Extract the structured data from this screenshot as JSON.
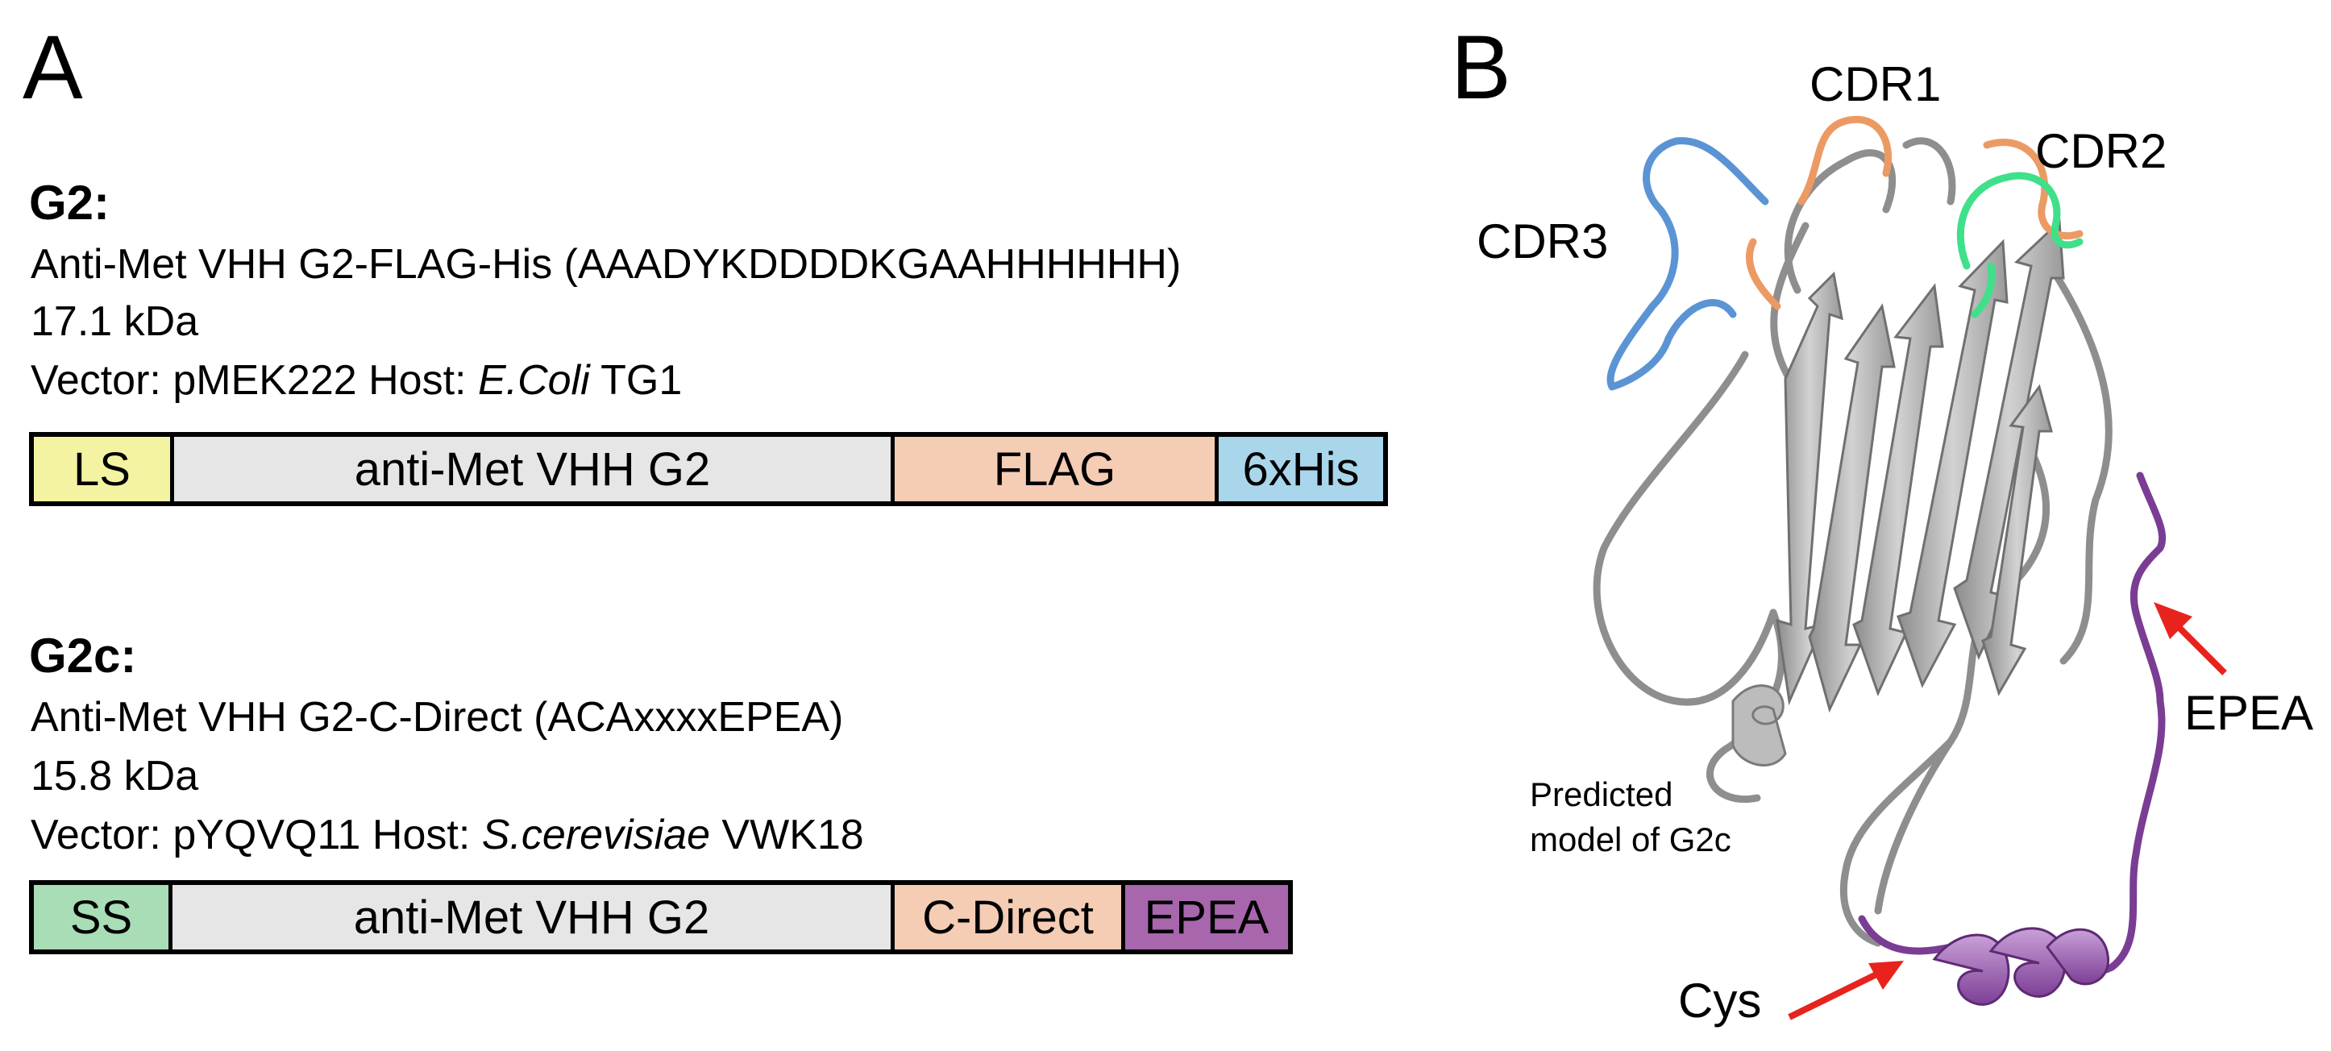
{
  "colors": {
    "LS": "#f3f3a2",
    "core": "#e6e6e6",
    "FLAG": "#f5ccb4",
    "His": "#a9d6ea",
    "SS": "#a8ddb5",
    "C_Direct": "#f5ccb4",
    "EPEA": "#a866ad",
    "CDR1": "#ec9a64",
    "CDR2": "#3fe08a",
    "CDR3": "#5b94d4",
    "arrow": "#e8231e",
    "strand": "#b4b4b4"
  },
  "panel_a": {
    "label": "A",
    "g2": {
      "name": "G2:",
      "line1": "Anti-Met VHH G2-FLAG-His (AAADYKDDDDKGAAHHHHHH)",
      "line2": "17.1 kDa",
      "vector_label": "Vector: pMEK222  Host: ",
      "host_italic": "E.Coli",
      "host_strain": " TG1",
      "segments": [
        "LS",
        "anti-Met VHH G2",
        "FLAG",
        "6xHis"
      ]
    },
    "g2c": {
      "name": "G2c:",
      "line1": "Anti-Met VHH G2-C-Direct (ACAxxxxEPEA)",
      "line2": "15.8 kDa",
      "vector_label": "Vector: pYQVQ11   Host: ",
      "host_italic": "S.cerevisiae",
      "host_strain": " VWK18",
      "segments": [
        "SS",
        "anti-Met VHH G2",
        "C-Direct",
        "EPEA"
      ]
    }
  },
  "panel_b": {
    "label": "B",
    "cdr1": "CDR1",
    "cdr2": "CDR2",
    "cdr3": "CDR3",
    "epea": "EPEA",
    "cys": "Cys",
    "caption_line1": "Predicted",
    "caption_line2": "model of G2c"
  }
}
